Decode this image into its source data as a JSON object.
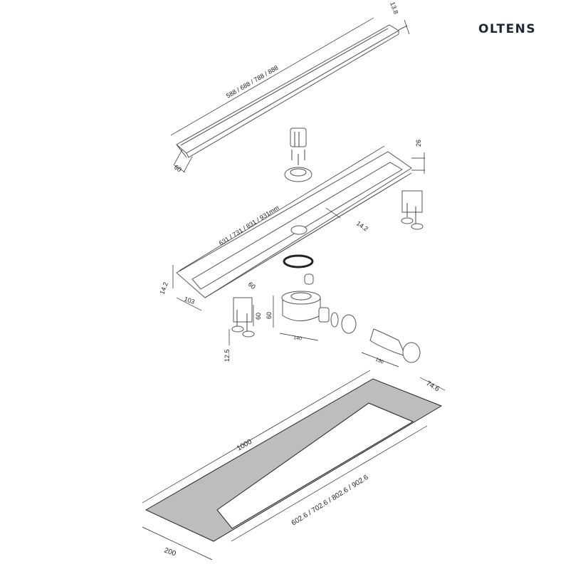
{
  "brand": {
    "logo_text": "OLTENS",
    "color": "#1f2633"
  },
  "grate": {
    "length_label": "588 / 688 / 788 / 888",
    "width_label": "60",
    "height_label": "13.8"
  },
  "channel": {
    "length_label": "631 / 731 / 831 / 931mm",
    "height_label": "26",
    "inner_label": "14.2",
    "side_height_label": "14.2",
    "width_label": "103"
  },
  "foot": {
    "width_label": "60",
    "height_label": "60",
    "min_height_label": "12.5"
  },
  "siphon": {
    "height_label": "60",
    "diameter_label": "140"
  },
  "elbow": {
    "length_label": "190"
  },
  "membrane": {
    "length_label": "1000",
    "opening_label": "602.6 / 702.6 / 802.6 / 902.6",
    "width_label": "200",
    "margin_label": "74.6",
    "fill": "#bdbdbd"
  }
}
